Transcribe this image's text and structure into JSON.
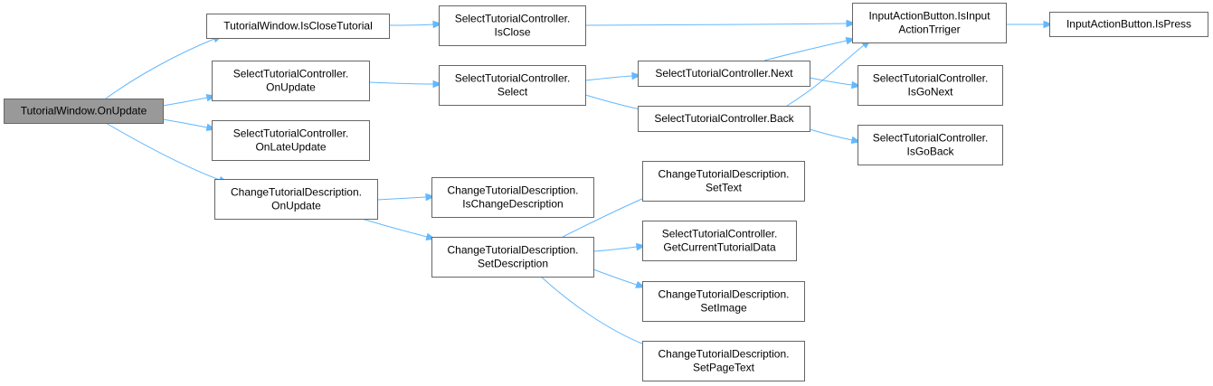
{
  "nodes": [
    {
      "id": "root",
      "lines": [
        "TutorialWindow.OnUpdate"
      ],
      "root": true
    },
    {
      "id": "isclosetut",
      "lines": [
        "TutorialWindow.IsCloseTutorial"
      ]
    },
    {
      "id": "stc_onupdate",
      "lines": [
        "SelectTutorialController.",
        "OnUpdate"
      ]
    },
    {
      "id": "stc_onlate",
      "lines": [
        "SelectTutorialController.",
        "OnLateUpdate"
      ]
    },
    {
      "id": "ctd_onupdate",
      "lines": [
        "ChangeTutorialDescription.",
        "OnUpdate"
      ]
    },
    {
      "id": "stc_isclose",
      "lines": [
        "SelectTutorialController.",
        "IsClose"
      ]
    },
    {
      "id": "stc_select",
      "lines": [
        "SelectTutorialController.",
        "Select"
      ]
    },
    {
      "id": "ctd_ischange",
      "lines": [
        "ChangeTutorialDescription.",
        "IsChangeDescription"
      ]
    },
    {
      "id": "ctd_setdesc",
      "lines": [
        "ChangeTutorialDescription.",
        "SetDescription"
      ]
    },
    {
      "id": "stc_next",
      "lines": [
        "SelectTutorialController.Next"
      ]
    },
    {
      "id": "stc_back",
      "lines": [
        "SelectTutorialController.Back"
      ]
    },
    {
      "id": "ctd_settext",
      "lines": [
        "ChangeTutorialDescription.",
        "SetText"
      ]
    },
    {
      "id": "stc_getdata",
      "lines": [
        "SelectTutorialController.",
        "GetCurrentTutorialData"
      ]
    },
    {
      "id": "ctd_setimage",
      "lines": [
        "ChangeTutorialDescription.",
        "SetImage"
      ]
    },
    {
      "id": "ctd_setpage",
      "lines": [
        "ChangeTutorialDescription.",
        "SetPageText"
      ]
    },
    {
      "id": "iab_trigger",
      "lines": [
        "InputActionButton.IsInput",
        "ActionTrriger"
      ]
    },
    {
      "id": "stc_isgonext",
      "lines": [
        "SelectTutorialController.",
        "IsGoNext"
      ]
    },
    {
      "id": "stc_isgoback",
      "lines": [
        "SelectTutorialController.",
        "IsGoBack"
      ]
    },
    {
      "id": "iab_ispress",
      "lines": [
        "InputActionButton.IsPress"
      ]
    }
  ],
  "edges": [
    {
      "from": "root",
      "to": "isclosetut"
    },
    {
      "from": "root",
      "to": "stc_onupdate"
    },
    {
      "from": "root",
      "to": "stc_onlate"
    },
    {
      "from": "root",
      "to": "ctd_onupdate"
    },
    {
      "from": "isclosetut",
      "to": "stc_isclose"
    },
    {
      "from": "stc_isclose",
      "to": "iab_trigger"
    },
    {
      "from": "stc_onupdate",
      "to": "stc_select"
    },
    {
      "from": "stc_select",
      "to": "stc_next"
    },
    {
      "from": "stc_select",
      "to": "stc_back"
    },
    {
      "from": "stc_next",
      "to": "iab_trigger"
    },
    {
      "from": "stc_next",
      "to": "stc_isgonext"
    },
    {
      "from": "stc_back",
      "to": "iab_trigger"
    },
    {
      "from": "stc_back",
      "to": "stc_isgoback"
    },
    {
      "from": "iab_trigger",
      "to": "iab_ispress"
    },
    {
      "from": "ctd_onupdate",
      "to": "ctd_ischange"
    },
    {
      "from": "ctd_onupdate",
      "to": "ctd_setdesc"
    },
    {
      "from": "ctd_setdesc",
      "to": "ctd_settext"
    },
    {
      "from": "ctd_setdesc",
      "to": "stc_getdata"
    },
    {
      "from": "ctd_setdesc",
      "to": "ctd_setimage"
    },
    {
      "from": "ctd_setdesc",
      "to": "ctd_setpage"
    }
  ],
  "colors": {
    "edge": "#63b8ff",
    "node_border": "#666666",
    "root_fill": "#999999",
    "node_fill": "#ffffff"
  }
}
